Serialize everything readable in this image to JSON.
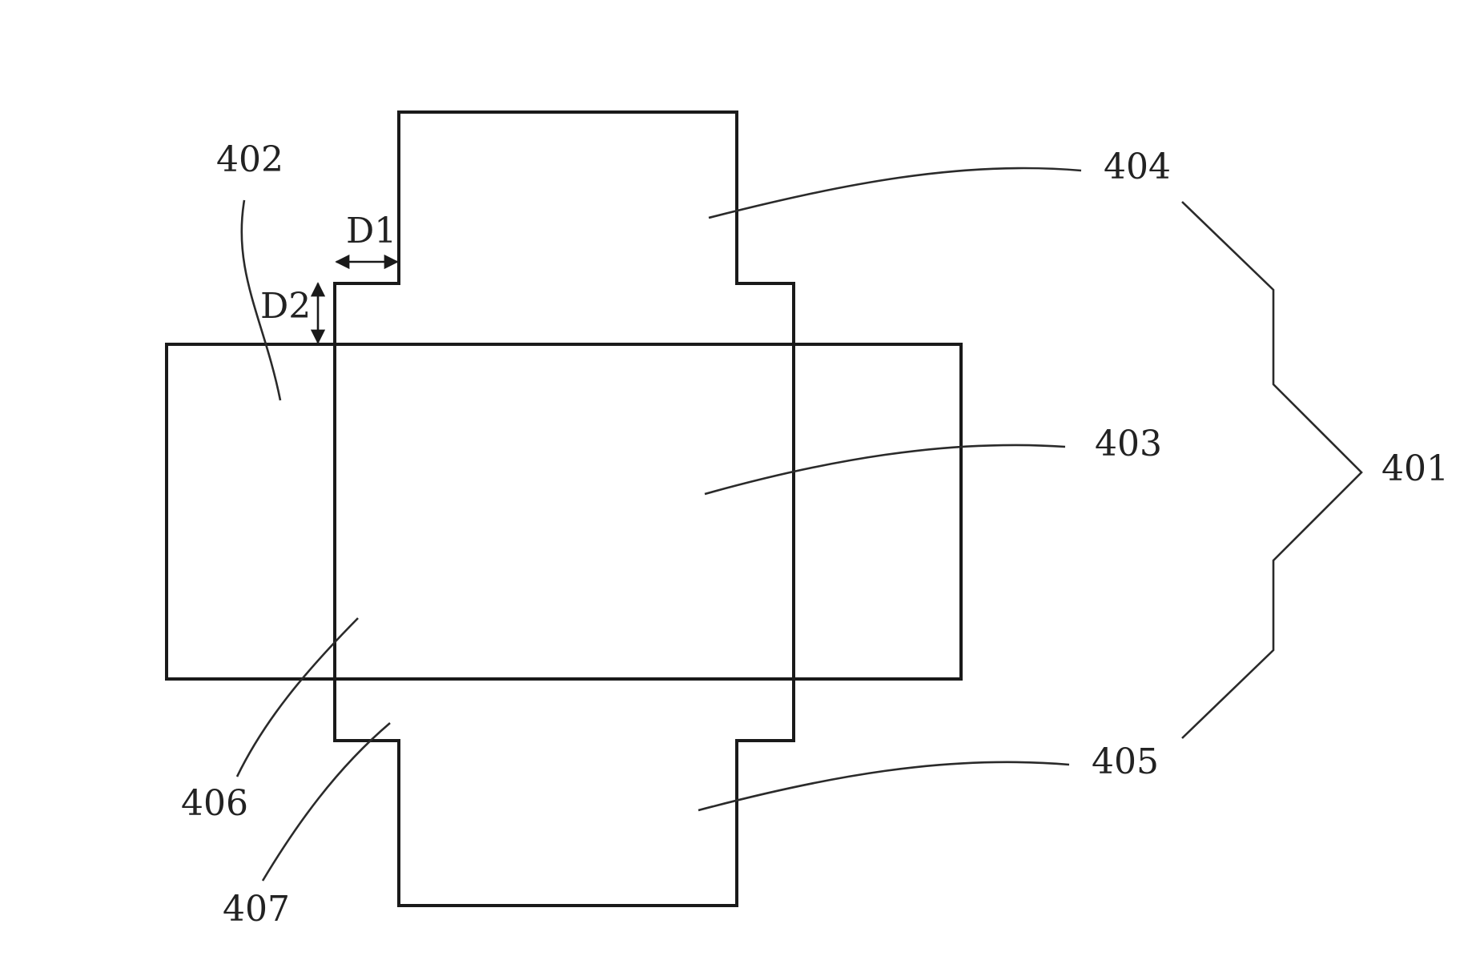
{
  "figure": {
    "labels": {
      "l401": "401",
      "l402": "402",
      "l403": "403",
      "l404": "404",
      "l405": "405",
      "l406": "406",
      "l407": "407",
      "d1": "D1",
      "d2": "D2"
    }
  }
}
